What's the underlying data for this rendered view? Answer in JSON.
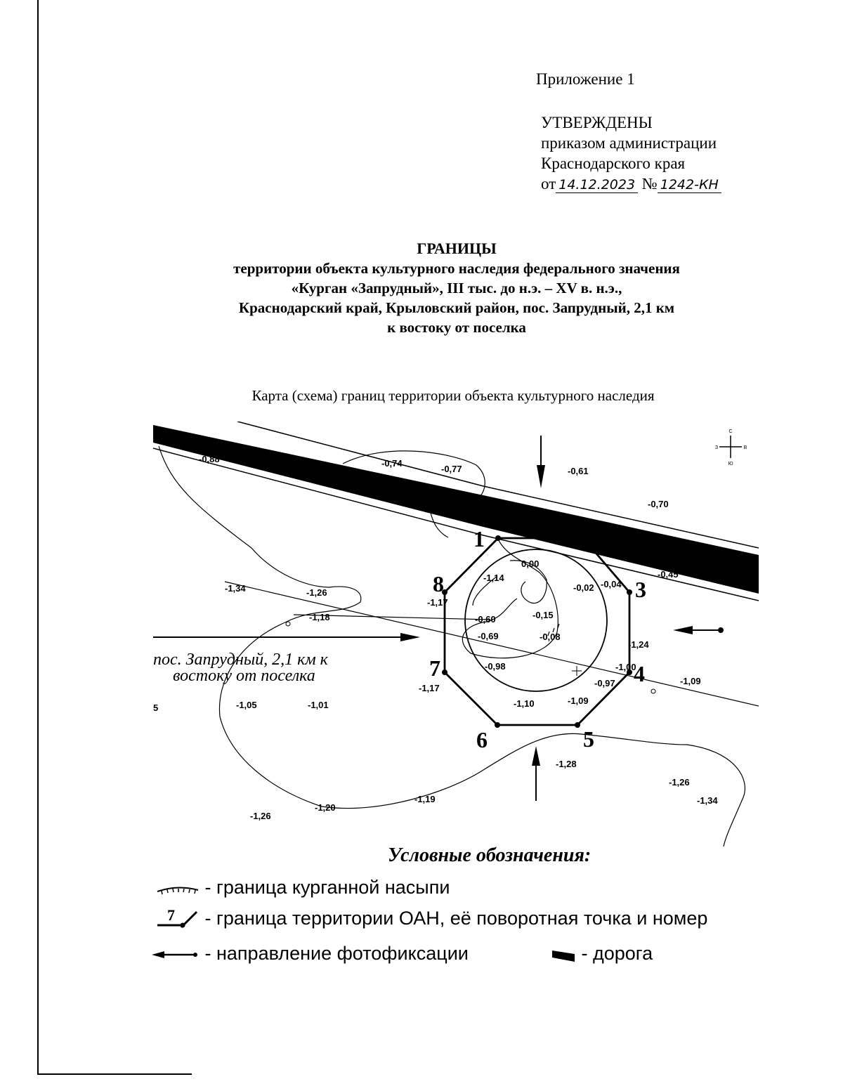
{
  "header": {
    "appendix": "Приложение 1",
    "approved": "УТВЕРЖДЕНЫ",
    "approved_by_line1": "приказом администрации",
    "approved_by_line2": "Краснодарского края",
    "date_prefix": "от",
    "date_value": "14.12.2023",
    "number_prefix": "№",
    "number_value": "1242-КН"
  },
  "title": {
    "main": "ГРАНИЦЫ",
    "line1": "территории объекта культурного наследия федерального значения",
    "line2": "«Курган «Запрудный», III тыс. до н.э. – XV в. н.э.,",
    "line3": "Краснодарский край, Крыловский район, пос. Запрудный, 2,1 км",
    "line4": "к востоку от поселка"
  },
  "map": {
    "caption": "Карта (схема) границ территории объекта культурного наследия",
    "place_label_line1": "пос. Запрудный, 2,1 км к",
    "place_label_line2": "востоку от поселка",
    "compass": {
      "north": "С",
      "south": "Ю",
      "west": "З",
      "east": "В"
    },
    "point_labels": [
      "1",
      "3",
      "4",
      "5",
      "6",
      "7",
      "8"
    ],
    "elevations": [
      "-0,88",
      "-0,74",
      "-0,77",
      "-0,61",
      "-0,70",
      "-0,45",
      "-1,34",
      "-1,26",
      "-1,18",
      "-1,17",
      "-1,14",
      "0,00",
      "-0,02",
      "-0,04",
      "-0,15",
      "-0,60",
      "-0,69",
      "-0,08",
      "-0,98",
      "-0,97",
      "-1,24",
      "-1,00",
      "-1,09",
      "-1,17",
      "-1,05",
      "-1,01",
      "-1,10",
      "-1,09",
      "-1,28",
      "-1,26",
      "-1,34",
      "-1,19",
      "-1,20",
      "-1,26",
      "5"
    ]
  },
  "legend": {
    "title": "Условные обозначения:",
    "mound": "- граница курганной насыпи",
    "boundary": "- граница территории ОАН, её поворотная точка и номер",
    "boundary_sample_number": "7",
    "photo": "- направление фотофиксации",
    "road": "- дорога"
  }
}
